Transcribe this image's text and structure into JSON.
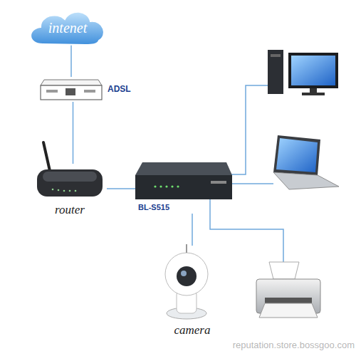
{
  "diagram": {
    "nodes": [
      {
        "text": [
          "intenet"
        ]
      },
      {
        "text": [
          "ADSL"
        ]
      },
      {
        "text": [
          "router"
        ]
      },
      {
        "text": [
          "BL-S515"
        ]
      },
      {
        "text": [
          "camera"
        ]
      }
    ],
    "edges": [
      {
        "from": 0,
        "to": 1,
        "arrow": "none"
      },
      {
        "from": 1,
        "to": 2,
        "arrow": "none"
      },
      {
        "from": 2,
        "to": 3,
        "arrow": "none"
      },
      {
        "from": 3,
        "to": 4,
        "arrow": "none"
      }
    ],
    "labels": [
      "reputation.store.bossgoo.com"
    ]
  }
}
